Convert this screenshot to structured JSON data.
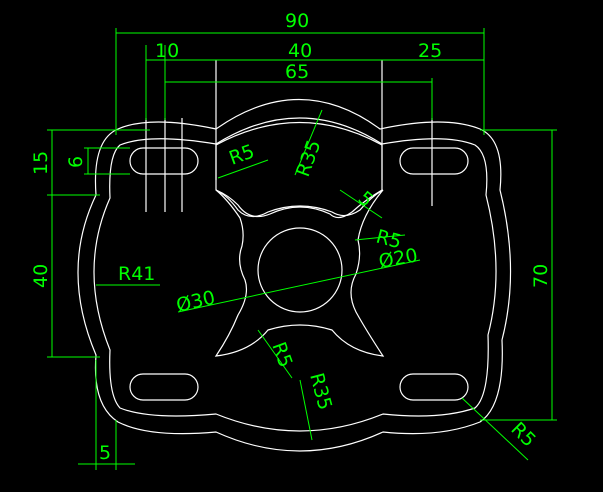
{
  "colors": {
    "background": "#000000",
    "geometry": "#ffffff",
    "dimension": "#00ff00"
  },
  "dimensions": {
    "overall_width": "90",
    "top_span": "40",
    "slot_span": "65",
    "slot_length": "10",
    "right_offset": "25",
    "left_height": "15",
    "slot_width": "6",
    "middle_height": "40",
    "overall_height": "70",
    "corner_offset": "5",
    "fillet_top_left": "R5",
    "top_arc": "R35",
    "inner_step": "5",
    "fillet_right": "R5",
    "hole_inner": "Ø20",
    "left_arc": "R41",
    "hole_outer": "Ø30",
    "fillet_bottom": "R5",
    "bottom_arc": "R35",
    "fillet_bottom_right": "R5"
  }
}
